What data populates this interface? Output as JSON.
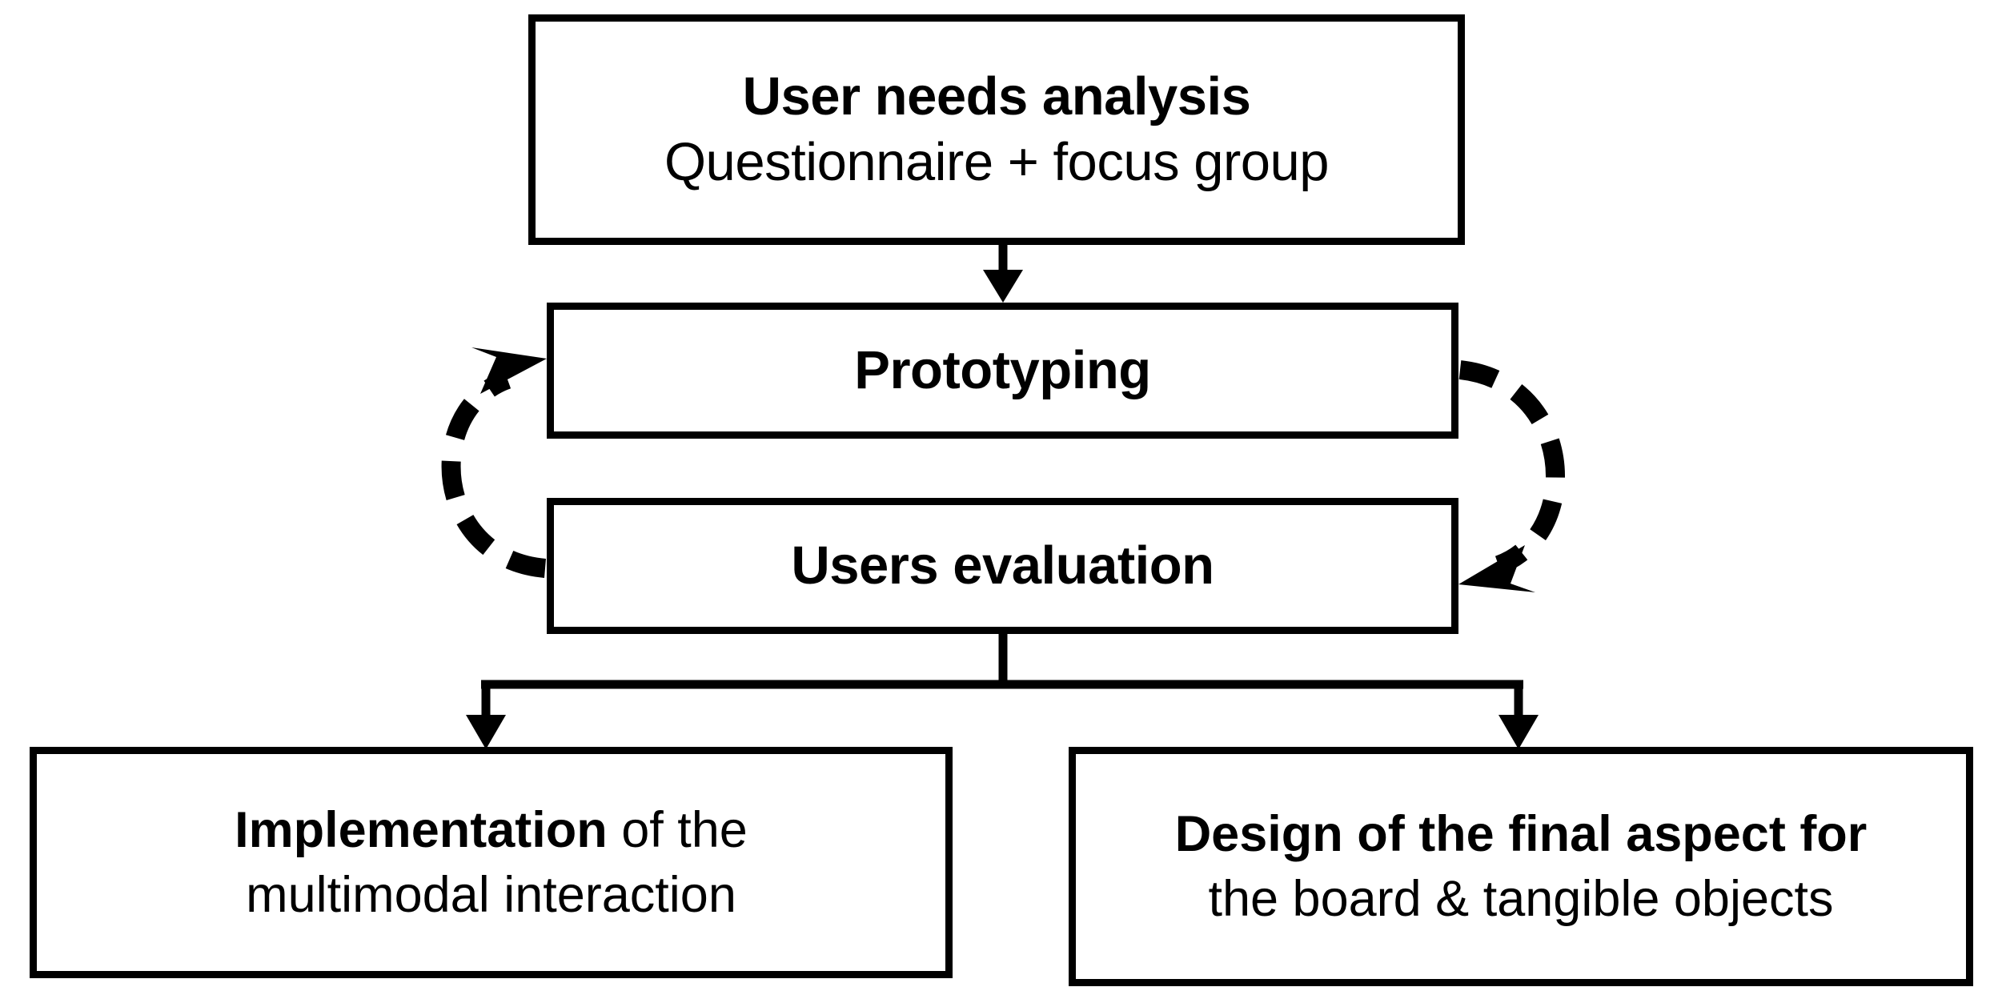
{
  "diagram": {
    "title": "Iterative user-centred design process flowchart",
    "background_color": "#ffffff",
    "stroke_color": "#000000",
    "type": "flowchart"
  },
  "nodes": {
    "user_needs": {
      "line1": "User needs analysis",
      "line2": "Questionnaire + focus group"
    },
    "prototyping": {
      "label": "Prototyping"
    },
    "users_evaluation": {
      "label": "Users evaluation"
    },
    "implementation": {
      "line1_bold": "Implementation",
      "line1_rest": " of the",
      "line2": "multimodal interaction"
    },
    "design": {
      "line1_bold": "Design of the final aspect for",
      "line2": "the board & tangible objects"
    }
  },
  "connectors": {
    "user_needs_to_prototyping": "arrow-down-solid",
    "prototyping_to_users_evaluation_right": "arrow-curved-dashed-clockwise",
    "users_evaluation_to_prototyping_left": "arrow-curved-dashed-counterclockwise",
    "users_evaluation_to_implementation": "arrow-down-solid-branch-left",
    "users_evaluation_to_design": "arrow-down-solid-branch-right"
  }
}
